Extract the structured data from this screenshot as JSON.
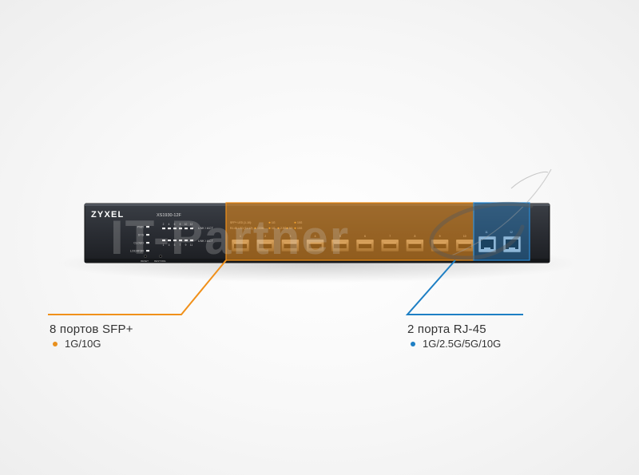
{
  "device": {
    "brand": "ZYXEL",
    "model": "XS1930-12F",
    "status_leds": [
      "PWR",
      "SYS",
      "CLOUD",
      "LOCATOR"
    ],
    "led_group_top_label": "LNK / ACT",
    "led_group_bottom_label": "LNK / ACT",
    "led_numbers_top": [
      "2",
      "4",
      "6",
      "8",
      "10",
      "12"
    ],
    "led_numbers_bottom": [
      "1",
      "3",
      "5",
      "7",
      "9",
      "11"
    ],
    "button_labels": [
      "RESET",
      "RESTORE"
    ],
    "legend_line1": "SFP+ LED (1-10):",
    "legend_line2": "RJ-45 LED (11-12):",
    "legend_items": [
      "1G",
      "10G",
      "100M",
      "1G",
      "2.5G",
      "5G",
      "10G"
    ],
    "sfp_port_numbers": [
      "1",
      "2",
      "3",
      "4",
      "5",
      "6",
      "7",
      "8",
      "9",
      "10"
    ],
    "rj45_port_numbers": [
      "11",
      "12"
    ]
  },
  "watermark": {
    "text": "IT-Partner"
  },
  "callouts": {
    "sfp": {
      "title": "8 портов SFP+",
      "spec": "1G/10G",
      "color": "#e8901e"
    },
    "rj45": {
      "title": "2 порта RJ-45",
      "spec": "1G/2.5G/5G/10G",
      "color": "#1e7fc4"
    }
  }
}
